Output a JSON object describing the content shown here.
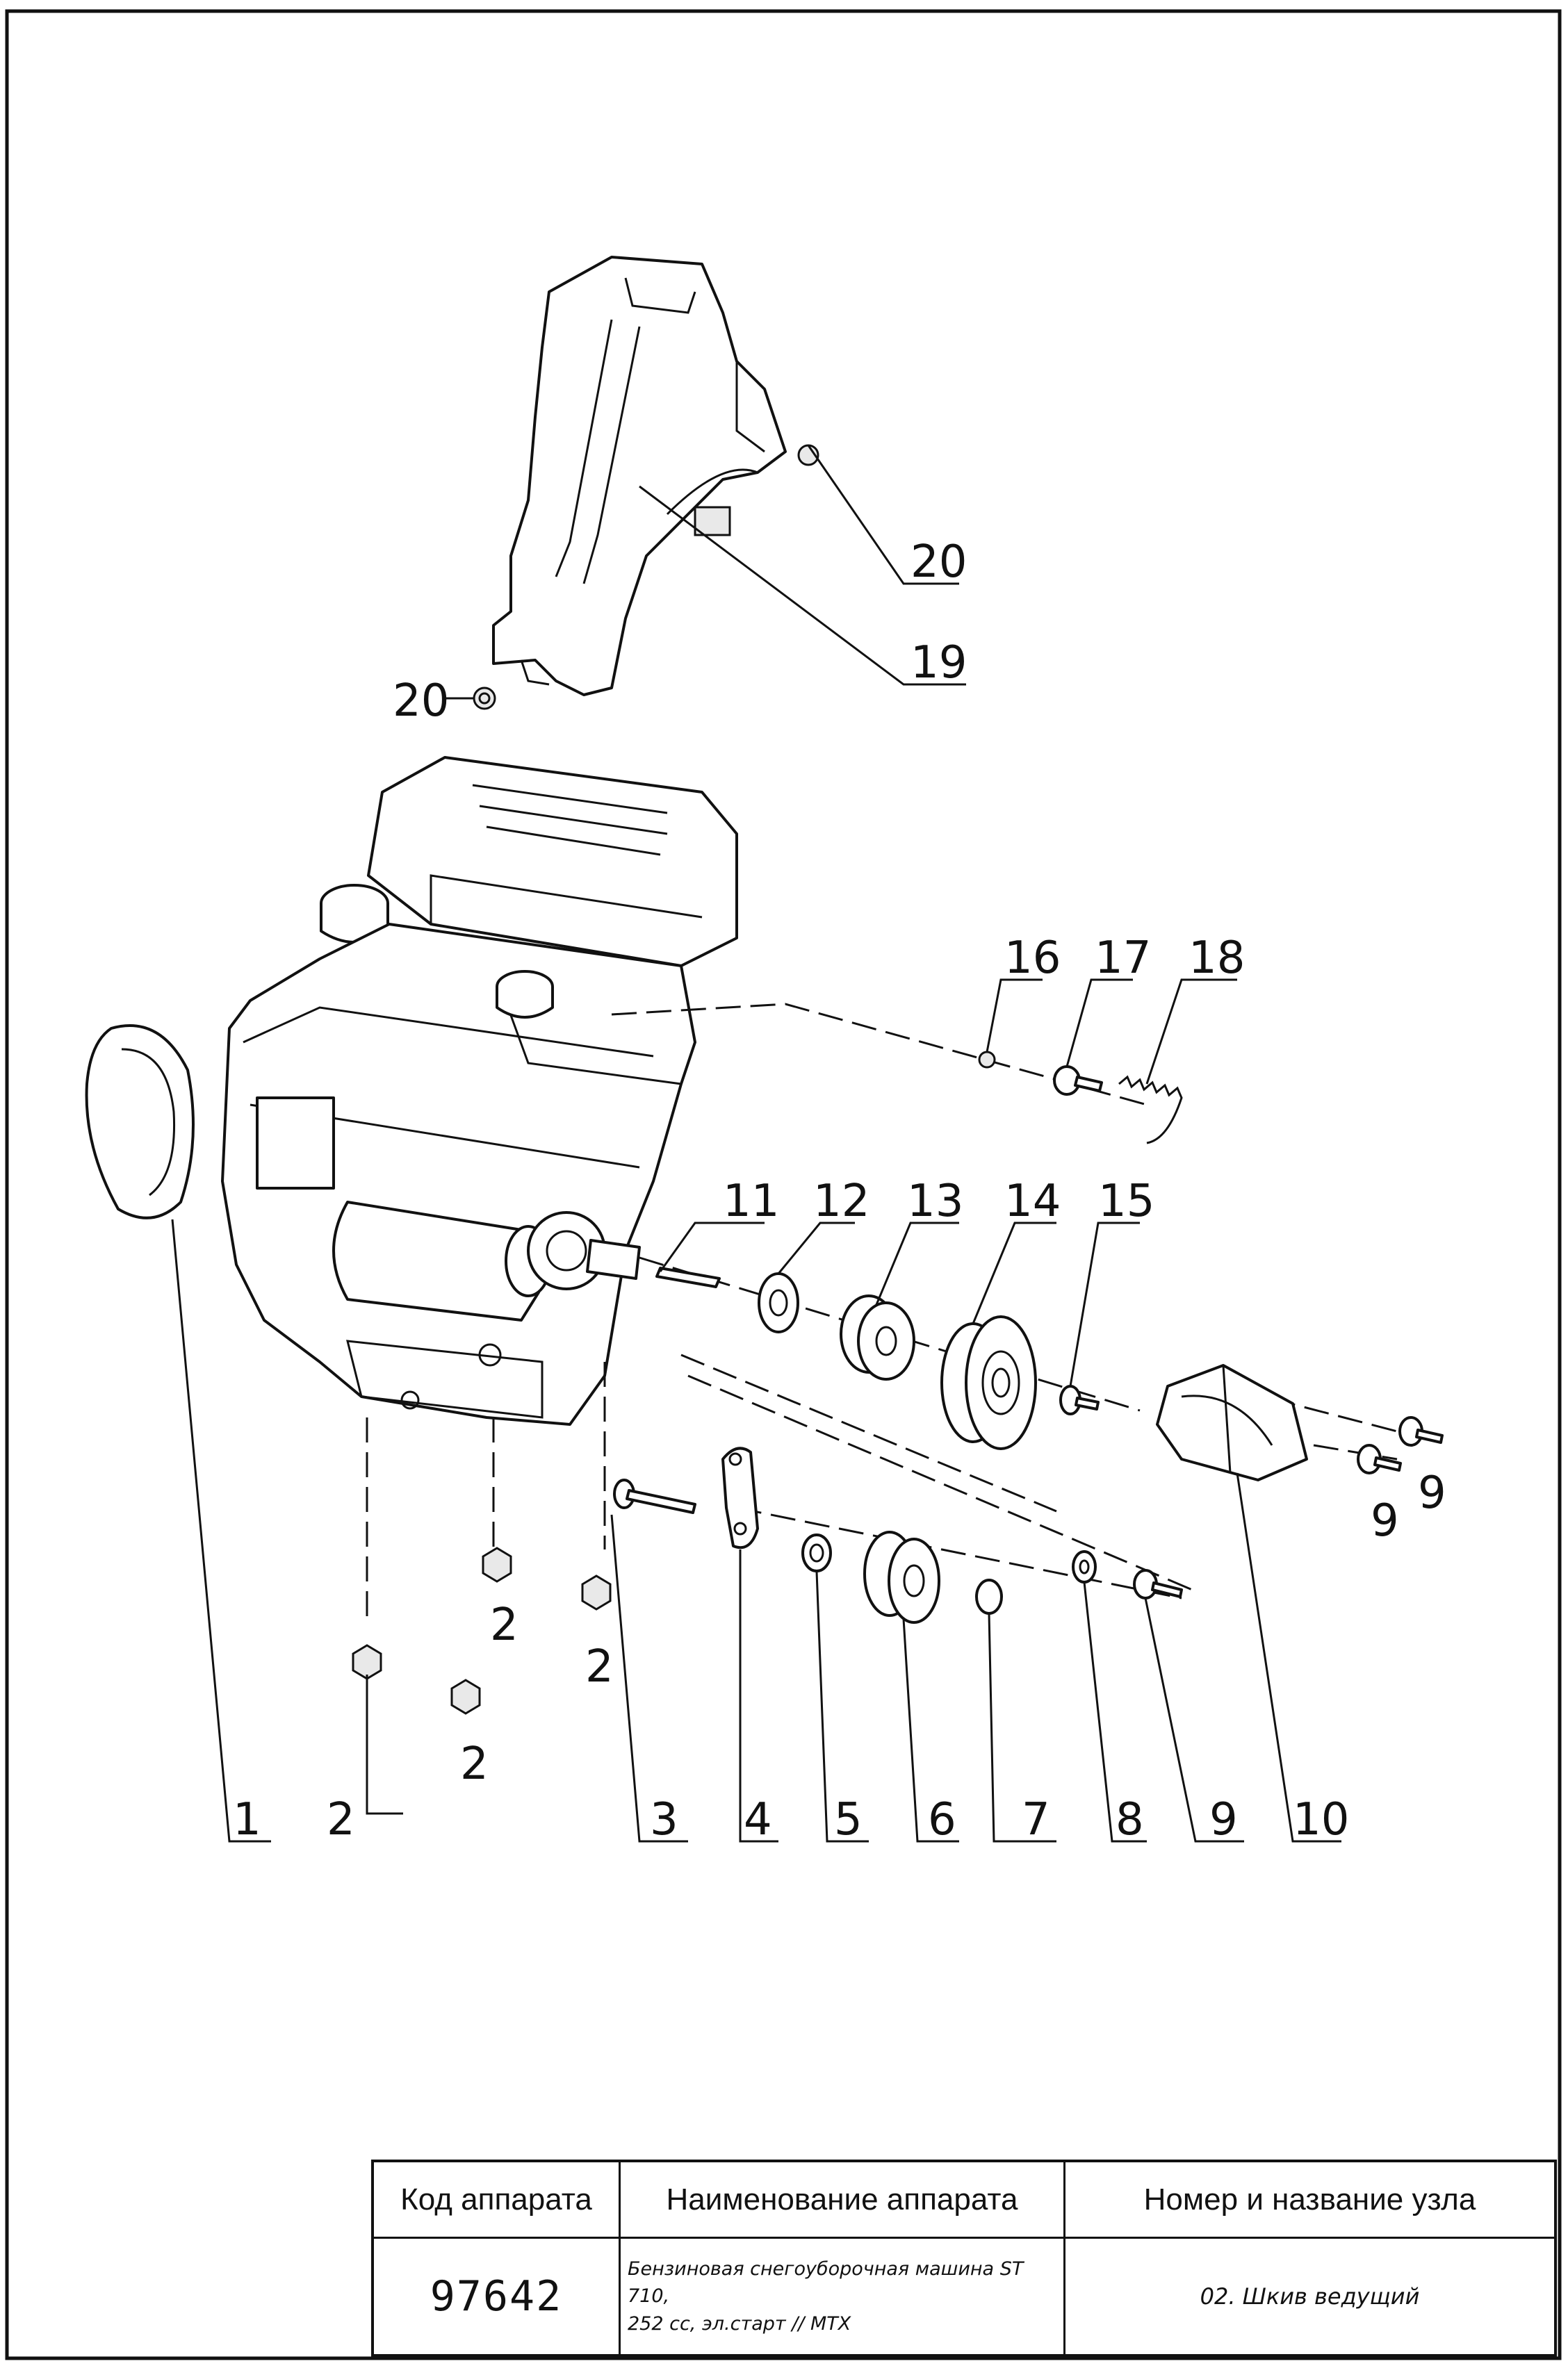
{
  "diagram": {
    "callouts": [
      "1",
      "2",
      "3",
      "4",
      "5",
      "6",
      "7",
      "8",
      "9",
      "10",
      "11",
      "12",
      "13",
      "14",
      "15",
      "16",
      "17",
      "18",
      "19",
      "20"
    ]
  },
  "title_block": {
    "headers": {
      "code": "Код аппарата",
      "name": "Наименование аппарата",
      "assembly": "Номер и название узла"
    },
    "values": {
      "code": "97642",
      "name_line1": "Бензиновая снегоуборочная машина ST 710,",
      "name_line2": "252 сс, эл.старт // MTX",
      "assembly": "02. Шкив ведущий"
    }
  }
}
